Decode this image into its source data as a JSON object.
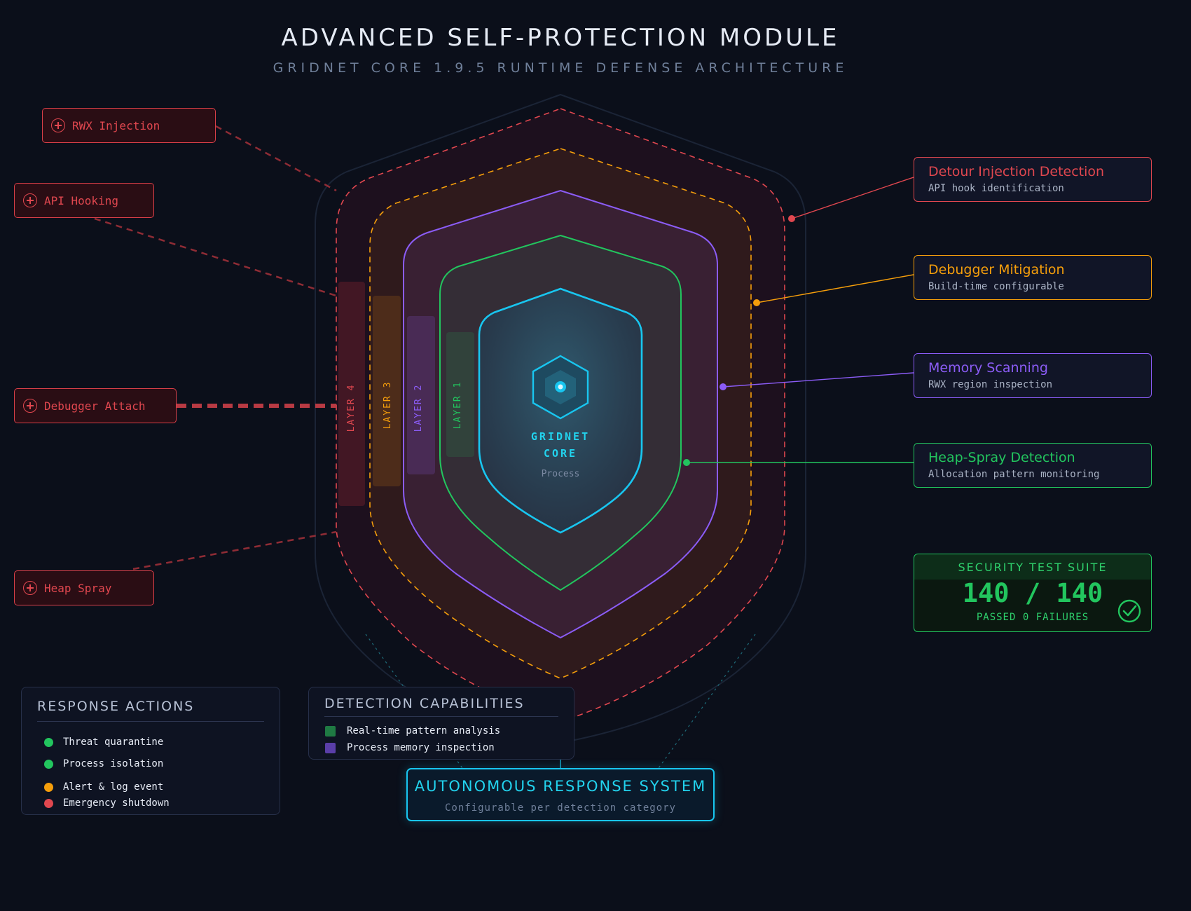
{
  "header": {
    "title": "ADVANCED SELF-PROTECTION MODULE",
    "subtitle": "GRIDNET CORE 1.9.5 RUNTIME DEFENSE ARCHITECTURE"
  },
  "core": {
    "name_line1": "GRIDNET",
    "name_line2": "CORE",
    "sub": "Process"
  },
  "layers": [
    {
      "label": "LAYER 4",
      "color": "#e0474f"
    },
    {
      "label": "LAYER 3",
      "color": "#f59e0b"
    },
    {
      "label": "LAYER 2",
      "color": "#8b5cf6"
    },
    {
      "label": "LAYER 1",
      "color": "#22c55e"
    }
  ],
  "threats": [
    {
      "label": "RWX Injection",
      "icon": "plus-circle-icon"
    },
    {
      "label": "API Hooking",
      "icon": "plus-circle-icon"
    },
    {
      "label": "Debugger Attach",
      "icon": "plus-circle-icon"
    },
    {
      "label": "Heap Spray",
      "icon": "plus-circle-icon"
    }
  ],
  "features": [
    {
      "title": "Detour Injection Detection",
      "sub": "API hook identification",
      "color": "#e0474f"
    },
    {
      "title": "Debugger Mitigation",
      "sub": "Build-time configurable",
      "color": "#f59e0b"
    },
    {
      "title": "Memory Scanning",
      "sub": "RWX region inspection",
      "color": "#8b5cf6"
    },
    {
      "title": "Heap-Spray Detection",
      "sub": "Allocation pattern monitoring",
      "color": "#22c55e"
    }
  ],
  "suite": {
    "title": "SECURITY TEST SUITE",
    "value": "140 / 140",
    "passed": "PASSED 0 FAILURES",
    "icon": "check-circle-icon"
  },
  "response_actions": {
    "title": "RESPONSE ACTIONS",
    "items": [
      {
        "label": "Threat quarantine",
        "color": "#22c55e"
      },
      {
        "label": "Process isolation",
        "color": "#22c55e"
      },
      {
        "label": "Alert & log event",
        "color": "#f59e0b"
      },
      {
        "label": "Emergency shutdown",
        "color": "#e0474f"
      }
    ]
  },
  "detection_capabilities": {
    "title": "DETECTION CAPABILITIES",
    "items": [
      {
        "label": "Real-time pattern analysis",
        "color": "#22c55e"
      },
      {
        "label": "Process memory inspection",
        "color": "#8b5cf6"
      }
    ]
  },
  "autonomous": {
    "title": "AUTONOMOUS RESPONSE SYSTEM",
    "sub": "Configurable per detection category"
  }
}
